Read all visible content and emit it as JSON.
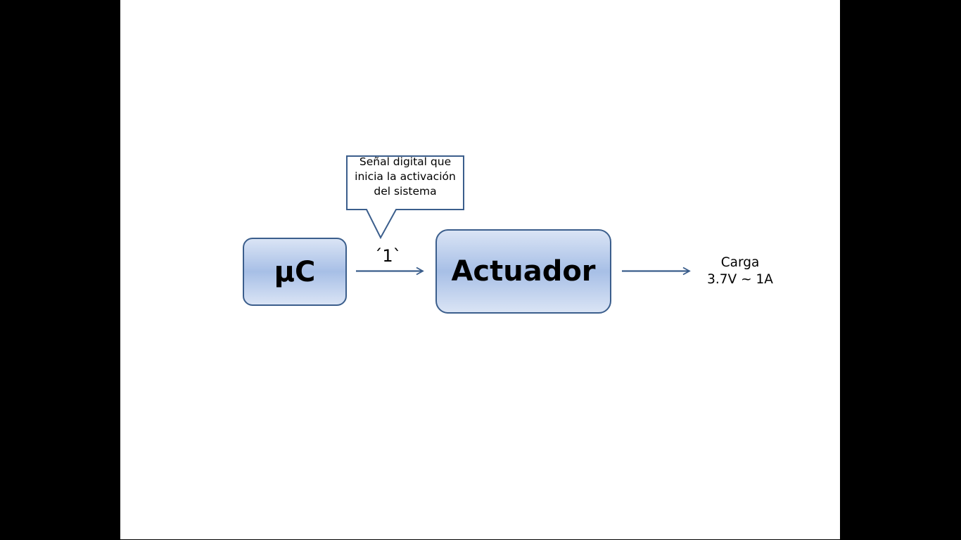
{
  "diagram": {
    "microcontroller": {
      "label": "µC"
    },
    "actuator": {
      "label": "Actuador"
    },
    "signal": {
      "label": "´1`"
    },
    "callout": {
      "text": "Señal digital que inicia la activación del sistema"
    },
    "load": {
      "title": "Carga",
      "spec": "3.7V ~ 1A"
    }
  },
  "colors": {
    "stroke": "#3b5e8c",
    "fill_light": "#dae4f5",
    "fill_mid": "#a7bfe6",
    "letterbox": "#000000",
    "slide": "#ffffff"
  }
}
